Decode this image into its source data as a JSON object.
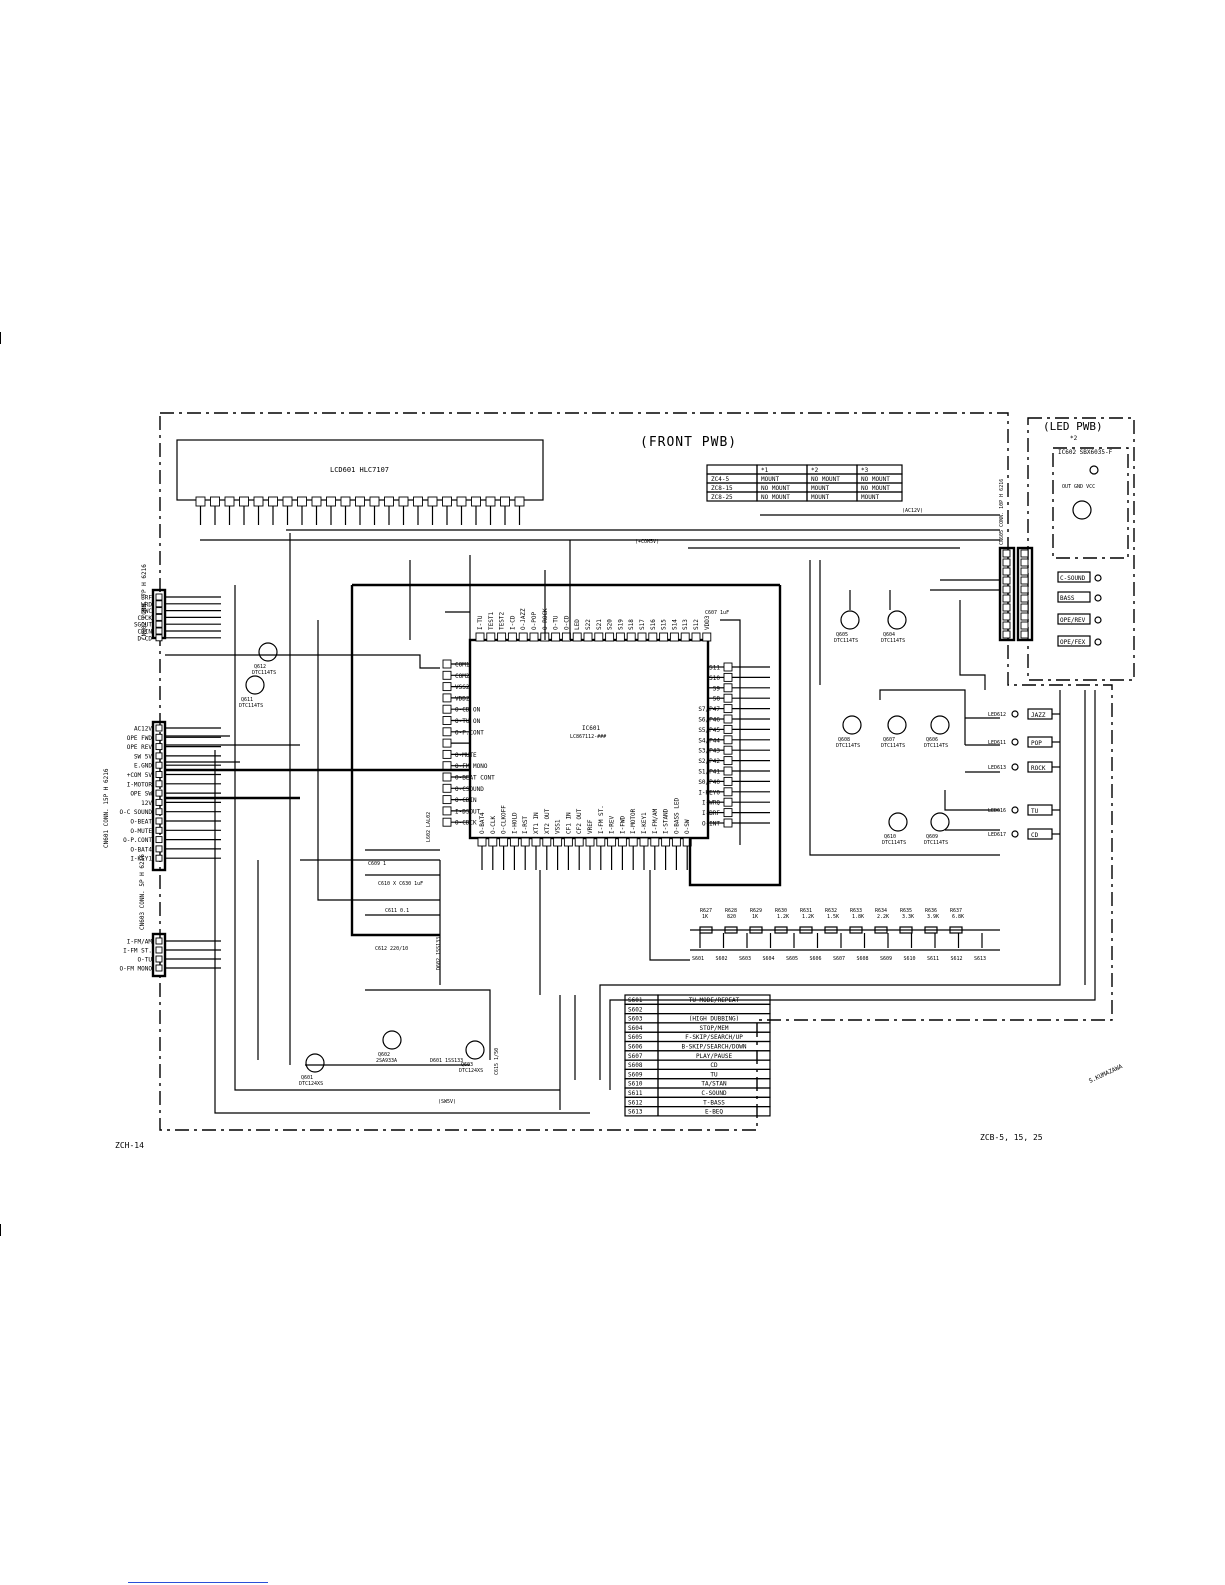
{
  "front_pwb": {
    "title": "(FRONT PWB)",
    "lcd_label": "LCD601 HLC7107",
    "ic_label": "IC601",
    "ic_part": "LC867112-###",
    "model_bottom_left": "ZCH-14",
    "model_bottom_right": "ZCB-5, 15, 25",
    "signature": "S.KUMAZAWA"
  },
  "led_pwb": {
    "title": "(LED PWB)",
    "ic_label": "IC602 SBX6035-F",
    "ic_pins": "OUT GND VCC",
    "note": "*2",
    "led_labels": [
      "C-SOUND",
      "BASS",
      "OPE/REV",
      "OPE/FEX"
    ]
  },
  "mount_table": {
    "headers": [
      "",
      "*1",
      "*2",
      "*3"
    ],
    "rows": [
      [
        "ZC4-5",
        "MOUNT",
        "NO MOUNT",
        "NO MOUNT"
      ],
      [
        "ZC8-15",
        "NO MOUNT",
        "MOUNT",
        "NO MOUNT"
      ],
      [
        "ZC8-25",
        "NO MOUNT",
        "MOUNT",
        "MOUNT"
      ]
    ]
  },
  "switch_table": {
    "rows": [
      [
        "S601",
        "TU MODE/REPEAT"
      ],
      [
        "S602",
        ""
      ],
      [
        "S603",
        "(HIGH DUBBING)"
      ],
      [
        "S604",
        "STOP/MEM"
      ],
      [
        "S605",
        "F-SKIP/SEARCH/UP"
      ],
      [
        "S606",
        "B-SKIP/SEARCH/DOWN"
      ],
      [
        "S607",
        "PLAY/PAUSE"
      ],
      [
        "S608",
        "CD"
      ],
      [
        "S609",
        "TU"
      ],
      [
        "S610",
        "TA/STAN"
      ],
      [
        "S611",
        "C-SOUND"
      ],
      [
        "S612",
        "T-BASS"
      ],
      [
        "S613",
        "E-BEQ"
      ]
    ]
  },
  "connectors": {
    "cn602": {
      "label": "CN602 CONN. 7P H 6216",
      "pins": [
        "BRF",
        "WRD",
        "RWC",
        "CDCK",
        "SGOUT",
        "CDIN",
        "D-CD"
      ]
    },
    "cn601": {
      "label": "CN601 CONN. 15P H 6216",
      "pins": [
        "AC12V",
        "OPE FWD",
        "OPE REV",
        "SW 5V",
        "E.GND",
        "+COM 5V",
        "I-MOTOR",
        "OPE SW",
        "12V",
        "O-C SOUND",
        "O-BEAT",
        "O-MUTE",
        "O-P.CONT",
        "O-BAT4",
        "I-KEY1"
      ]
    },
    "cn603": {
      "label": "CN603 CONN. 5P H 6216",
      "pins": [
        "I-FM/AM",
        "I-FM ST.",
        "O-TU",
        "O-FM MONO"
      ]
    },
    "cn605": {
      "label": "CN605 CONN. 10P H 6216"
    }
  },
  "ic601_pins_left": [
    "COM1",
    "COM2",
    "VSS2",
    "VDD2",
    "O-CD ON",
    "O-TU ON",
    "O-P.CONT",
    "",
    "O-MUTE",
    "O-FM MONO",
    "O-BEAT CONT",
    "O-CSOUND",
    "O-CDIN",
    "I-DSOUT",
    "O-CDCK"
  ],
  "ic601_pins_right": [
    "S11",
    "S10",
    "S9",
    "S8",
    "S7/P47",
    "S6/P46",
    "S5/P45",
    "S4/P44",
    "S3/P43",
    "S2/P42",
    "S1/P41",
    "S0/P40",
    "I-KEY0",
    "I-WRQ",
    "I-BRF",
    "O-INT"
  ],
  "ic601_pins_top": [
    "I-TU",
    "TEST1",
    "TEST2",
    "I-CD",
    "O-JAZZ",
    "O-POP",
    "O-ROCK",
    "O-TU",
    "O-CD",
    "LED",
    "S22",
    "S21",
    "S20",
    "S19",
    "S18",
    "S17",
    "S16",
    "S15",
    "S14",
    "S13",
    "S12",
    "VDD3"
  ],
  "ic601_pins_bottom": [
    "O-BAT4",
    "O-CLK",
    "O-CLKOFF",
    "I-HOLD",
    "I-RST",
    "XT1 IN",
    "XT2 OUT",
    "VSS1",
    "CF1 IN",
    "CF2 OUT",
    "VREF",
    "I-FM ST.",
    "I-REV",
    "I-FWD",
    "I-MOTOR",
    "I-KEY1",
    "I-FM/AM",
    "I-STAND",
    "O-BASS LED",
    "O-SW"
  ],
  "transistors": [
    {
      "ref": "Q612",
      "part": "DTC114TS"
    },
    {
      "ref": "Q611",
      "part": "DTC114TS"
    },
    {
      "ref": "Q605",
      "part": "DTC114TS"
    },
    {
      "ref": "Q604",
      "part": "DTC114TS"
    },
    {
      "ref": "Q608",
      "part": "DTC114TS"
    },
    {
      "ref": "Q607",
      "part": "DTC114TS"
    },
    {
      "ref": "Q606",
      "part": "DTC114TS"
    },
    {
      "ref": "Q610",
      "part": "DTC114TS"
    },
    {
      "ref": "Q609",
      "part": "DTC114TS"
    },
    {
      "ref": "Q601",
      "part": "DTC124XS"
    },
    {
      "ref": "Q602",
      "part": "2SA933A"
    },
    {
      "ref": "Q603",
      "part": "DTC124XS"
    }
  ],
  "leds_front": [
    {
      "ref": "LED612",
      "label": "JAZZ"
    },
    {
      "ref": "LED611",
      "label": "POP"
    },
    {
      "ref": "LED613",
      "label": "ROCK"
    },
    {
      "ref": "LED616",
      "label": "TU"
    },
    {
      "ref": "LED617",
      "label": "CD"
    }
  ],
  "resistor_ladder": {
    "refs": [
      "R627",
      "R628",
      "R629",
      "R630",
      "R631",
      "R632",
      "R633",
      "R634",
      "R635",
      "R636",
      "R637"
    ],
    "values": [
      "1K",
      "820",
      "1K",
      "1.2K",
      "1.2K",
      "1.5K",
      "1.8K",
      "2.2K",
      "3.3K",
      "3.9K",
      "6.8K"
    ],
    "switches": [
      "S601",
      "S602",
      "S603",
      "S604",
      "S605",
      "S606",
      "S607",
      "S608",
      "S609",
      "S610",
      "S611",
      "S612",
      "S613"
    ]
  },
  "misc_labels": {
    "com5v": "(+COM5V)",
    "ac12v": "(AC12V)",
    "sw5v": "(SW5V)",
    "c607": "C607 1uF",
    "c609": "C609 1",
    "c610": "C610 X C630 1uF",
    "c611": "C611 0.1",
    "c612": "C612 220/10",
    "l602": "L602 LAL02",
    "d601": "D601 1SS133",
    "d602": "D602 1SS133",
    "c615": "C615 1/50"
  }
}
